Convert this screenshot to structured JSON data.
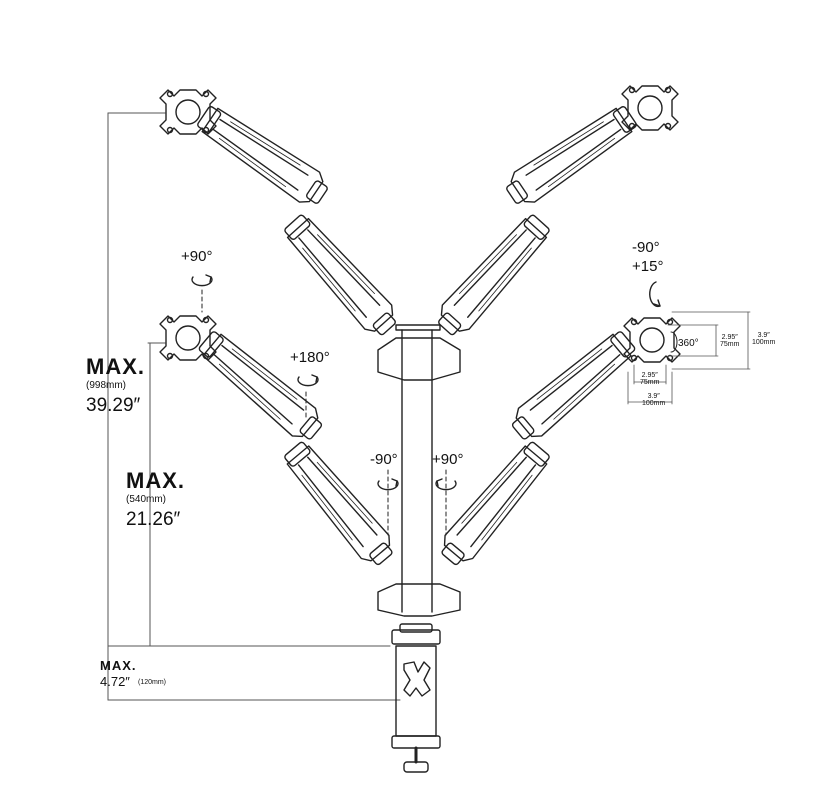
{
  "dimensions": {
    "total_height": {
      "label": "MAX.",
      "mm": "(998mm)",
      "inch": "39.29″"
    },
    "lower_height": {
      "label": "MAX.",
      "mm": "(540mm)",
      "inch": "21.26″"
    },
    "clamp": {
      "label": "MAX.",
      "inch": "4.72″",
      "mm": "(120mm)"
    }
  },
  "rotations": {
    "upper_left_tilt": "+90°",
    "middle_swivel": "+180°",
    "pole_left": "-90°",
    "pole_right": "+90°",
    "right_tilt_down": "-90°",
    "right_tilt_up": "+15°",
    "vesa_rotation": "360°"
  },
  "vesa": {
    "small_vertical": "2.95″\n75mm",
    "large_vertical": "3.9″\n100mm",
    "small_horizontal": "2.95″\n75mm",
    "large_horizontal": "3.9″\n100mm"
  },
  "colors": {
    "line": "#222222",
    "dim_line": "#555555",
    "background": "#ffffff"
  },
  "icons": [
    "vesa-plate-icon",
    "gas-spring-arm-icon",
    "rotation-arrow-icon",
    "desk-clamp-icon"
  ]
}
